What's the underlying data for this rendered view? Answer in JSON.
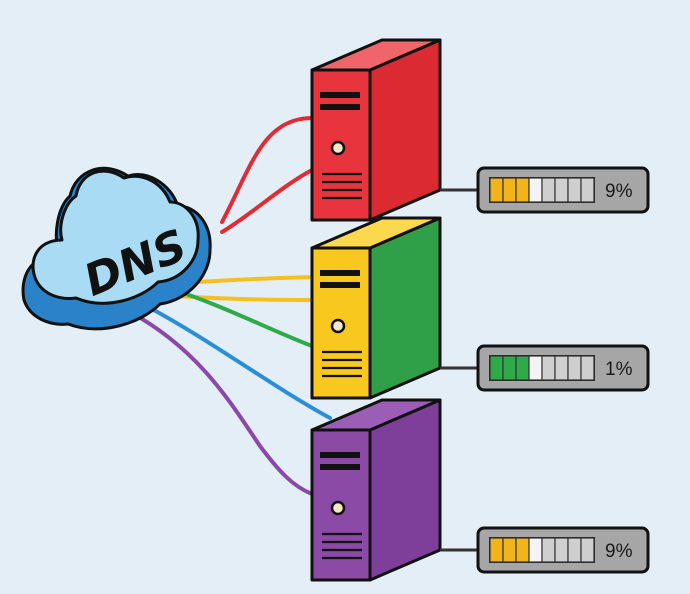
{
  "cloud": {
    "label": "DNS",
    "fill": "#a9dcf4",
    "side": "#2a82c8"
  },
  "servers": [
    {
      "id": "server-red",
      "front": "#e8353d",
      "top": "#f0656a",
      "side": "#dc2a33",
      "load_label": "9%",
      "load_level": 0.09,
      "filled_segments": 3,
      "meter_color": "#f3b41b",
      "links": [
        {
          "color": "#e02c35"
        },
        {
          "color": "#e02c35"
        }
      ]
    },
    {
      "id": "server-yellow",
      "front": "#f8c81f",
      "top": "#fad94f",
      "side": "#2fa047",
      "load_label": "1%",
      "load_level": 0.01,
      "filled_segments": 3,
      "meter_color": "#2eaa48",
      "links": [
        {
          "color": "#f5c01f"
        },
        {
          "color": "#f5c01f"
        },
        {
          "color": "#2eaa48"
        }
      ]
    },
    {
      "id": "server-purple",
      "front": "#8a4aa6",
      "top": "#9b5db6",
      "side": "#7e3f9b",
      "load_label": "9%",
      "load_level": 0.09,
      "filled_segments": 3,
      "meter_color": "#f3b41b",
      "links": [
        {
          "color": "#2a8fd6"
        },
        {
          "color": "#8a49a8"
        }
      ]
    }
  ]
}
